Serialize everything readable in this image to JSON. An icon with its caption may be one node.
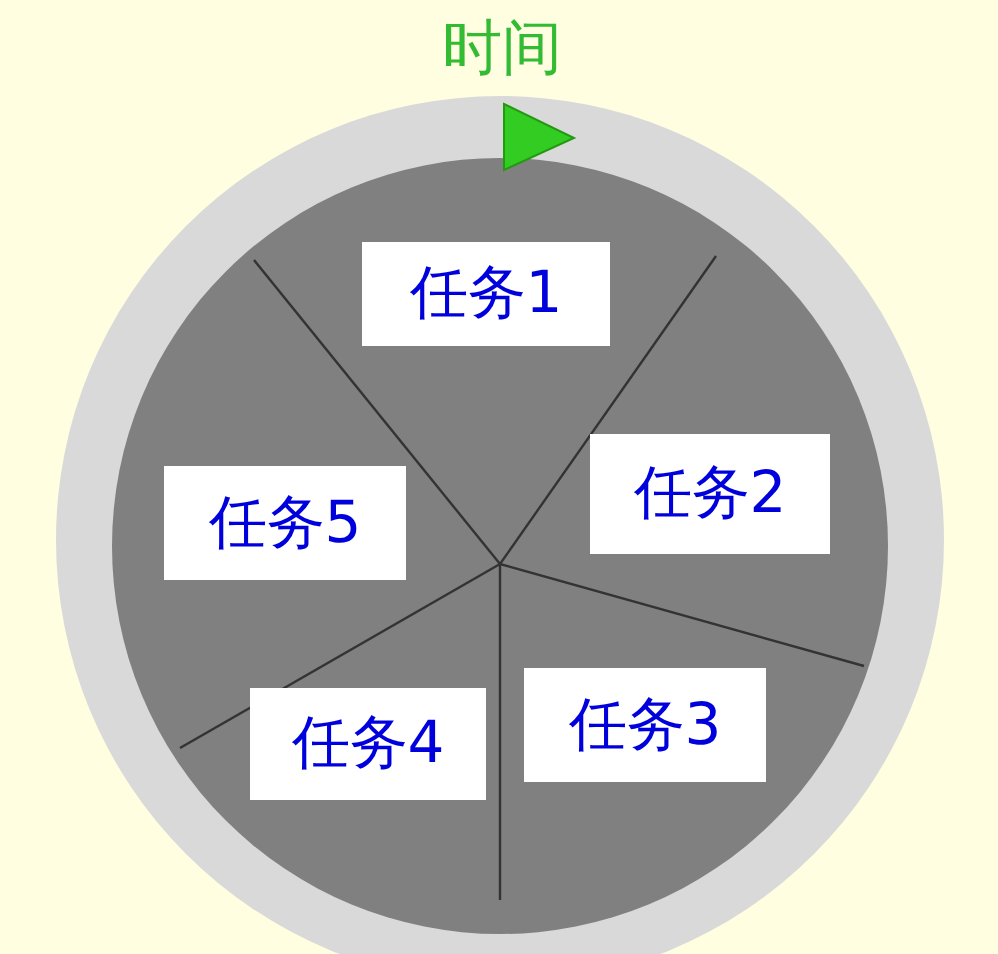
{
  "diagram": {
    "nodes": [
      {
        "text": [
          "任务1"
        ]
      },
      {
        "text": [
          "任务2"
        ]
      },
      {
        "text": [
          "任务3"
        ]
      },
      {
        "text": [
          "任务4"
        ]
      },
      {
        "text": [
          "任务5"
        ]
      }
    ],
    "labels": [
      "时间"
    ]
  }
}
